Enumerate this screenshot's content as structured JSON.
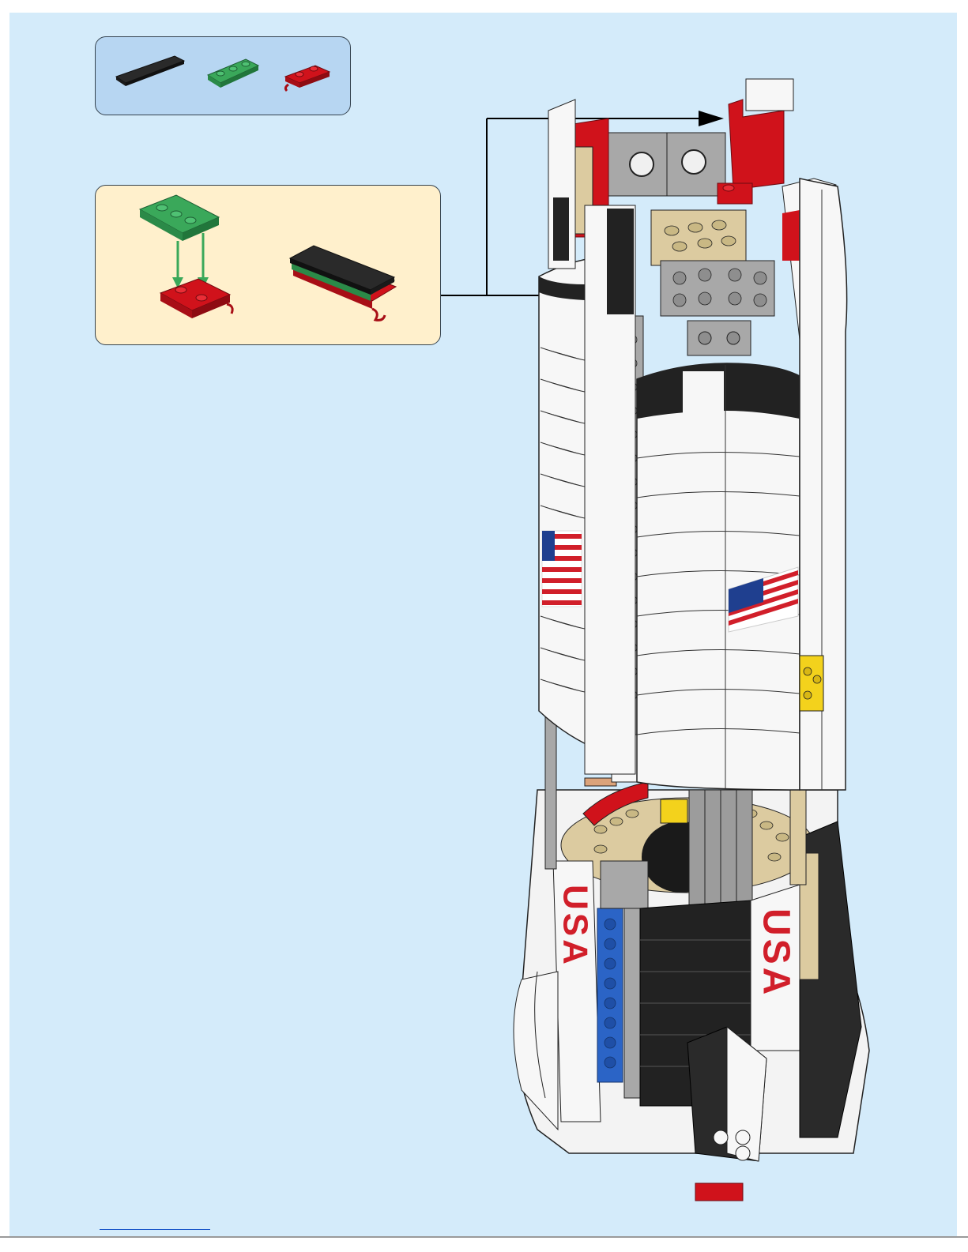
{
  "parts_callout": {
    "parts": [
      {
        "name": "tile-1x4",
        "color": "#2a2a2a",
        "qty": ""
      },
      {
        "name": "plate-1x3",
        "color": "#3aa85a",
        "qty": ""
      },
      {
        "name": "plate-clip",
        "color": "#d0121b",
        "qty": ""
      }
    ]
  },
  "subassembly": {
    "arrow_color": "#3aa85a"
  },
  "model": {
    "decal_text_left": "USA",
    "decal_text_right": "USA",
    "colors": {
      "white": "#f7f7f7",
      "black": "#222222",
      "red": "#d0121b",
      "tan": "#dccba0",
      "gray": "#a8a8a8",
      "blue": "#2b64c6",
      "yellow": "#f3d21c",
      "green": "#3aa85a"
    }
  },
  "colors": {
    "page_bg": "#d4ebfa",
    "parts_bg": "#b7d6f2",
    "sub_bg": "#fff0cc"
  }
}
